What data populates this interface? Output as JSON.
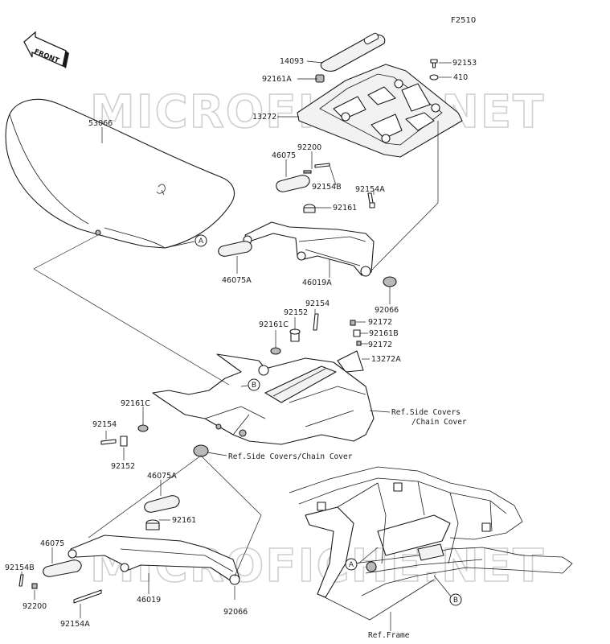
{
  "figure_id": "F2510",
  "front_arrow_label": "FRONT",
  "watermark": "MICROFICHE.NET",
  "callouts": {
    "c14093": "14093",
    "c92161A_top": "92161A",
    "c92153": "92153",
    "c410": "410",
    "c13272": "13272",
    "c53066": "53066",
    "c46075_top": "46075",
    "c92200_top": "92200",
    "c92154B_top": "92154B",
    "c92154A_top": "92154A",
    "c92161_top": "92161",
    "c46075A_top": "46075A",
    "c46019A": "46019A",
    "c92066_top": "92066",
    "c92154_mid": "92154",
    "c92152_mid": "92152",
    "c92161C_mid": "92161C",
    "c92172_a": "92172",
    "c92161B": "92161B",
    "c92172_b": "92172",
    "c13272A": "13272A",
    "c92161C_left": "92161C",
    "c92154_left": "92154",
    "c92152_left": "92152",
    "c46075A_low": "46075A",
    "c92161_low": "92161",
    "c46075_low": "46075",
    "c92154B_low": "92154B",
    "c92200_low": "92200",
    "c46019": "46019",
    "c92154A_low": "92154A",
    "c92066_low": "92066"
  },
  "refs": {
    "side_covers_line1": "Ref.Side Covers",
    "side_covers_line2": "/Chain Cover",
    "side_covers_chain": "Ref.Side Covers/Chain Cover",
    "frame": "Ref.Frame"
  },
  "circle_labels": {
    "a_top": "A",
    "b_mid": "B",
    "a_frame": "A",
    "b_frame": "B"
  }
}
